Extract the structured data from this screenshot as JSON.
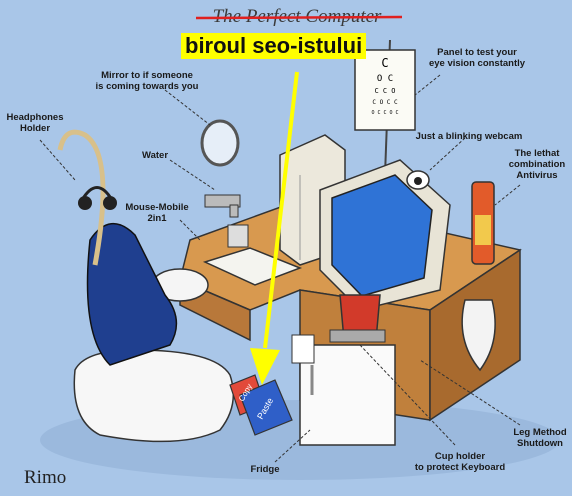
{
  "title_strikethrough": "The Perfect Computer",
  "overlay_text": "biroul seo-istului",
  "signature": "Rimo",
  "labels": {
    "mirror": "Mirror to if someone\nis coming towards you",
    "eye_panel": "Panel to test your\neye vision constantly",
    "headphones": "Headphones\nHolder",
    "water": "Water",
    "webcam": "Just a blinking webcam",
    "antivirus": "The lethat\ncombination\nAntivirus",
    "mouse": "Mouse-Mobile\n2in1",
    "leg_method": "Leg Method\nShutdown",
    "cup_holder": "Cup holder\nto protect Keyboard",
    "fridge": "Fridge"
  },
  "eye_chart": [
    "C",
    "O C",
    "C C O",
    "C O C C",
    "O C C O C"
  ],
  "paper_labels": {
    "copy": "Copy",
    "paste": "Paste"
  },
  "colors": {
    "background": "#a9c6e8",
    "desk": "#c98a45",
    "chair_blue": "#1f3f8f",
    "highlight_yellow": "#ffff00",
    "strike_red": "#e02020"
  }
}
